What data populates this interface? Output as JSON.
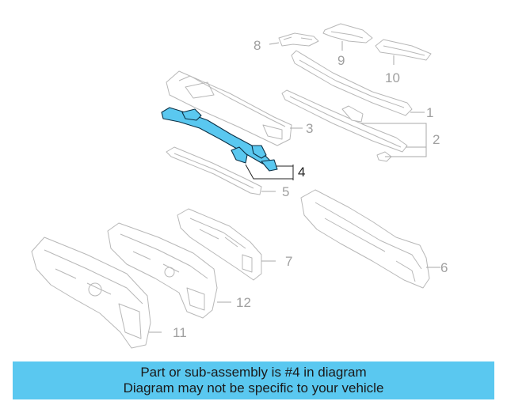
{
  "colors": {
    "highlight": "#5ac8f0",
    "highlight_outline": "#0c2f44",
    "part_outline": "#b8b8b8",
    "banner_background": "#5ac8f0"
  },
  "callouts": {
    "c1": "1",
    "c2": "2",
    "c3": "3",
    "c4": "4",
    "c5": "5",
    "c6": "6",
    "c7": "7",
    "c8": "8",
    "c9": "9",
    "c10": "10",
    "c11": "11",
    "c12": "12"
  },
  "highlighted_part": "4",
  "banner": {
    "line1": "Part or sub-assembly is #4 in diagram",
    "line2": "Diagram may not be specific to your vehicle"
  }
}
